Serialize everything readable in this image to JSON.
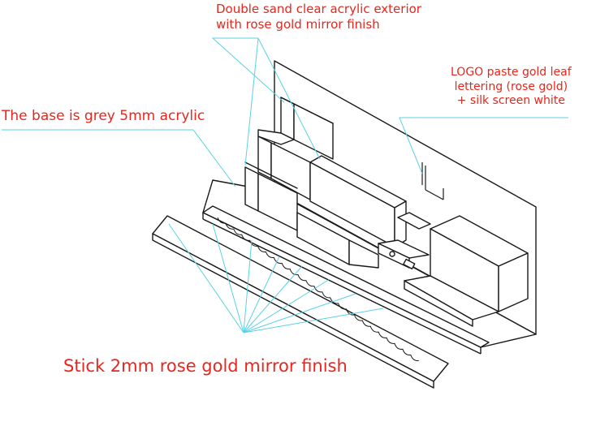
{
  "diagram": {
    "labels": {
      "top_line1": "Double sand clear acrylic exterior",
      "top_line2": "with rose gold mirror finish",
      "logo_line1": "LOGO paste gold leaf",
      "logo_line2": "lettering (rose gold)",
      "logo_line3": "+ silk screen white",
      "base": "The base is grey 5mm acrylic",
      "stick": "Stick 2mm rose gold mirror finish"
    },
    "colors": {
      "annotation_text_red": "#e8261d",
      "annotation_text_black": "#111111",
      "leader_line": "#5ad1e6",
      "drawing_stroke": "#1a1a1a"
    }
  }
}
